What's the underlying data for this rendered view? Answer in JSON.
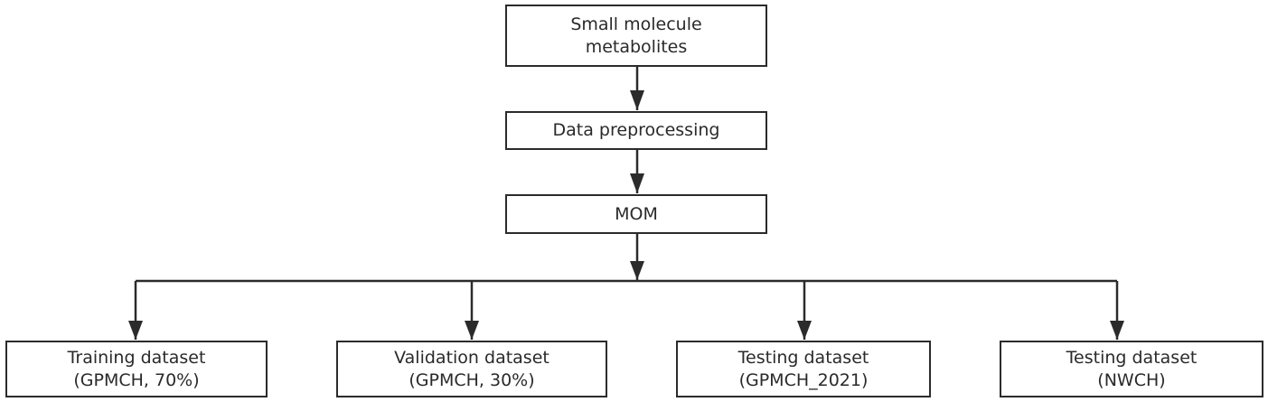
{
  "nodes": {
    "small_molecule": {
      "line1": "Small molecule",
      "line2": "metabolites"
    },
    "preprocessing": {
      "label": "Data preprocessing"
    },
    "mom": {
      "label": "MOM"
    },
    "training": {
      "line1": "Training dataset",
      "line2": "(GPMCH, 70%)"
    },
    "validation": {
      "line1": "Validation dataset",
      "line2": "(GPMCH, 30%)"
    },
    "testing_2021": {
      "line1": "Testing dataset",
      "line2": "(GPMCH_2021)"
    },
    "testing_nwch": {
      "line1": "Testing dataset",
      "line2": "(NWCH)"
    }
  },
  "colors": {
    "line": "#2b2b2b",
    "box_border": "#2b2b2b",
    "text": "#2a2a2a"
  }
}
